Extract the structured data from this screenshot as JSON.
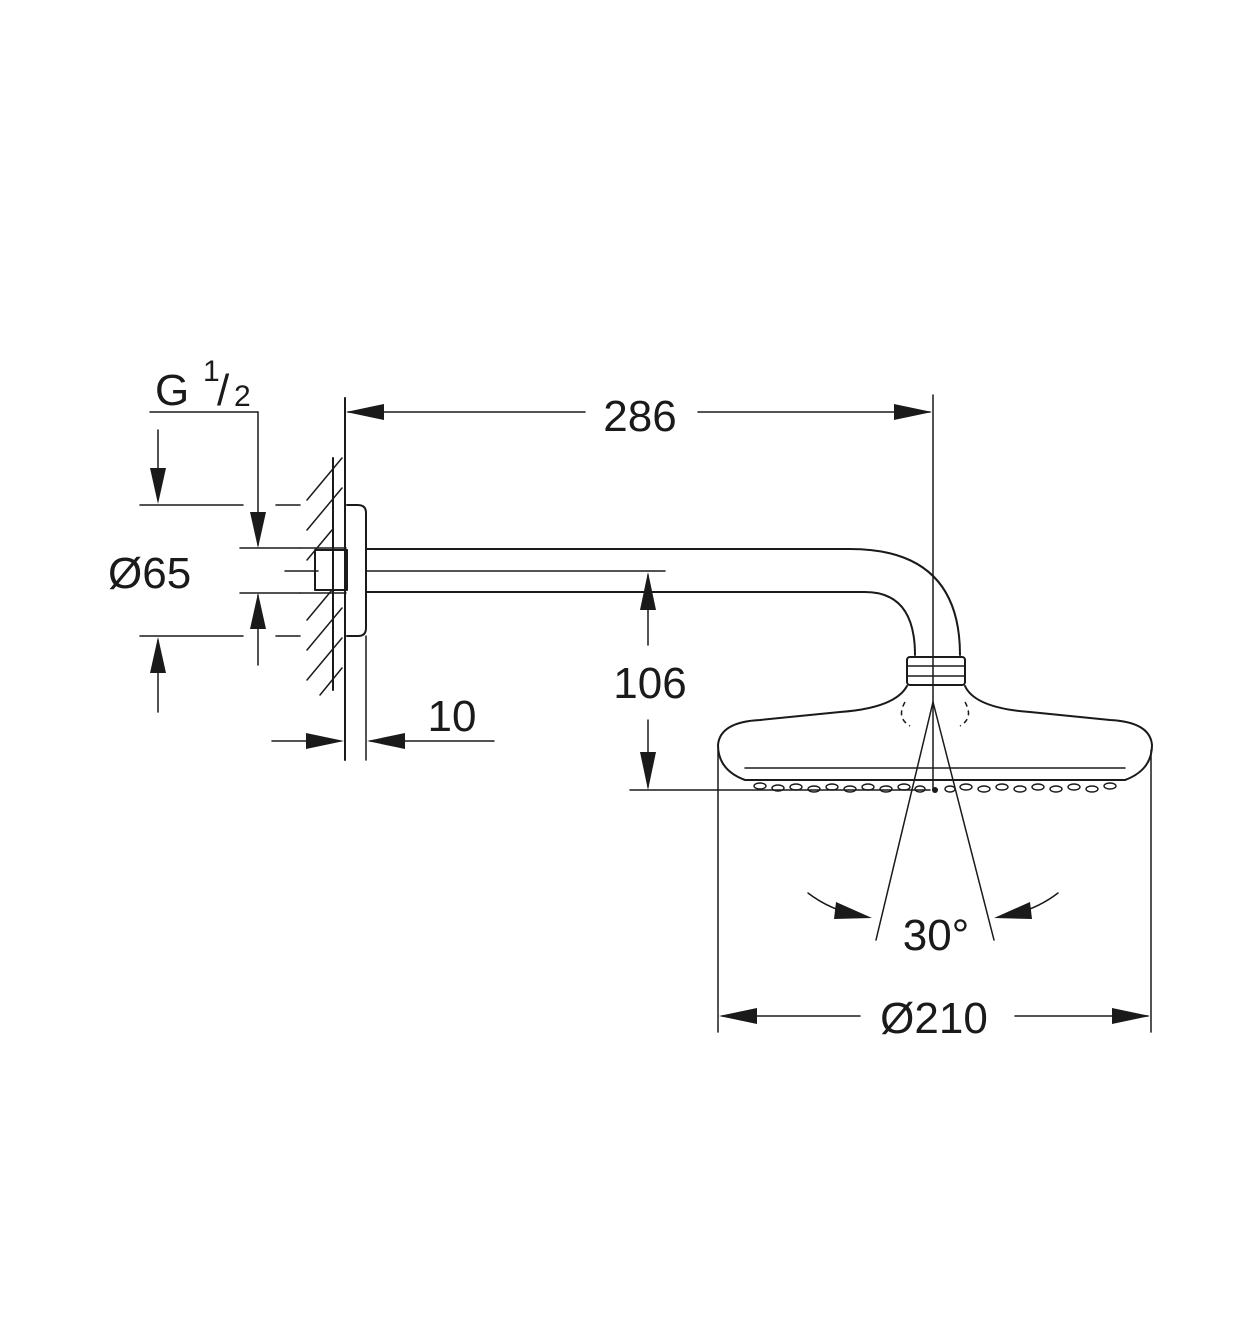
{
  "dimensions": {
    "thread_main": "G",
    "thread_numerator": "1",
    "thread_slash": "/",
    "thread_denominator": "2",
    "flange_diameter": "Ø65",
    "arm_length": "286",
    "flange_depth": "10",
    "height_drop": "106",
    "spray_angle": "30°",
    "head_diameter": "Ø210"
  },
  "colors": {
    "line": "#1a1a1a",
    "background": "#ffffff"
  }
}
